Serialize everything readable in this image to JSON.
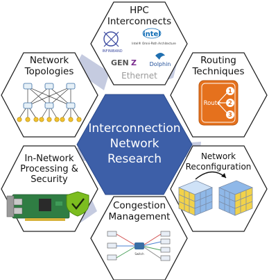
{
  "center": {
    "lines": [
      "Interconnection",
      "Network",
      "Research"
    ]
  },
  "hpc": {
    "title_lines": [
      "HPC",
      "Interconnects"
    ],
    "logos": {
      "infiniband": "INFINIBAND",
      "intel": "intel",
      "omnipath": "Intel® Omni-Path Architecture",
      "genz_a": "GEN",
      "genz_b": "Z",
      "dolphin": "Dolphin",
      "ethernet": "Ethernet"
    }
  },
  "topologies": {
    "title_lines": [
      "Network",
      "Topologies"
    ]
  },
  "routing": {
    "title_lines": [
      "Routing",
      "Techniques"
    ],
    "route_label": "Route",
    "paths": [
      "1",
      "2",
      "3"
    ]
  },
  "reconfig": {
    "title_lines": [
      "Network",
      "Reconfiguration"
    ]
  },
  "innetwork": {
    "title_lines": [
      "In-Network",
      "Processing &",
      "Security"
    ]
  },
  "congestion": {
    "title_lines": [
      "Congestion",
      "Management"
    ],
    "switch_label": "Switch"
  },
  "colors": {
    "center_fill": "#3d5fa8",
    "center_text": "#ffffff",
    "connector": "#c5cbe0",
    "routing_orange": "#e5711d",
    "cube_yellow": "#f2d24a",
    "cube_blue": "#8fb8e8",
    "ethernet_gray": "#9a9a9a",
    "shield_green": "#7cbd1f",
    "pcb_green": "#2f7d43"
  }
}
